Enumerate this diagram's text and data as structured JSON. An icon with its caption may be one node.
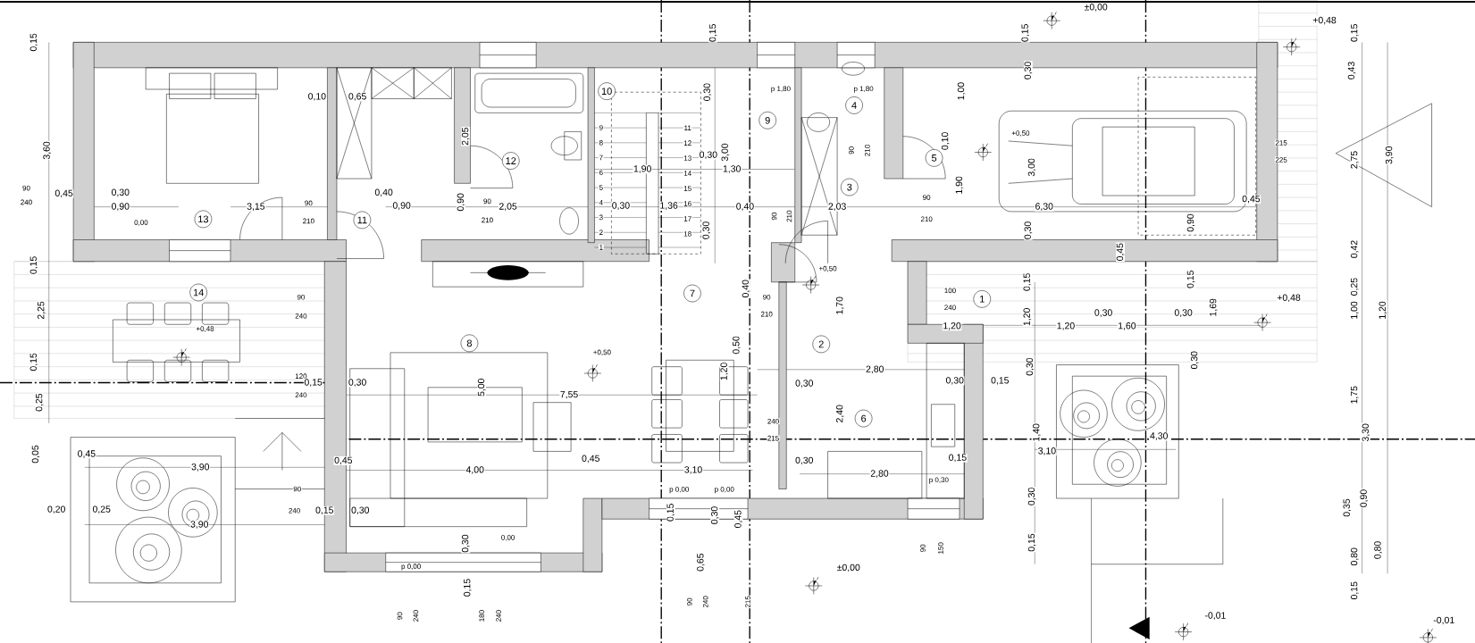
{
  "diagram": {
    "nodes": [
      {
        "text": [
          "13"
        ]
      },
      {
        "text": [
          "11"
        ]
      },
      {
        "text": [
          "12"
        ]
      },
      {
        "text": [
          "10"
        ]
      },
      {
        "text": [
          "9"
        ]
      },
      {
        "text": [
          "4"
        ]
      },
      {
        "text": [
          "3"
        ]
      },
      {
        "text": [
          "5"
        ]
      },
      {
        "text": [
          "14"
        ]
      },
      {
        "text": [
          "8"
        ]
      },
      {
        "text": [
          "7"
        ]
      },
      {
        "text": [
          "2"
        ]
      },
      {
        "text": [
          "1"
        ]
      },
      {
        "text": [
          "6"
        ]
      }
    ],
    "labels": [
      "0,15",
      "3,60",
      "90",
      "240",
      "0,45",
      "0,30",
      "0,90",
      "0,00",
      "3,15",
      "0,10",
      "0,65",
      "2,05",
      "90",
      "210",
      "0,40",
      "0,90",
      "0,90",
      "90",
      "210",
      "2,05",
      "0,15",
      "2,25",
      "0,15",
      "0,25",
      "0,05",
      "90",
      "240",
      "+0,48",
      "120",
      "240",
      "0,15",
      "0,30",
      "0,45",
      "3,90",
      "0,45",
      "90",
      "0,20",
      "0,25",
      "240",
      "0,15",
      "0,30",
      "3,90",
      "5,00",
      "4,00",
      "0,30",
      "p 0,00",
      "0,00",
      "0,15",
      "90",
      "240",
      "180",
      "240",
      "+0,50",
      "7,55",
      "0,45",
      "3,10",
      "1,20",
      "0,50",
      "p 0,00",
      "p 0,00",
      "0,15",
      "0,30",
      "0,45",
      "0,65",
      "90",
      "240",
      "215",
      "0,30",
      "2,80",
      "0,30",
      "0,15",
      "2,40",
      "240",
      "215",
      "0,30",
      "2,80",
      "p 0,30",
      "90",
      "150",
      "±0,00",
      "0,15",
      "0,30",
      "p 1,80",
      "p 1,80",
      "3,00",
      "0,30",
      "1,90",
      "1,30",
      "0,30",
      "1,36",
      "0,40",
      "2,03",
      "0,30",
      "0,40",
      "90",
      "210",
      "+0,50",
      "1,70",
      "90",
      "210",
      "90",
      "210",
      "0,15",
      "±0,00",
      "1,00",
      "0,10",
      "+0,50",
      "1,90",
      "90",
      "210",
      "0,30",
      "3,00",
      "6,30",
      "0,30",
      "0,45",
      "0,90",
      "0,45",
      "215",
      "225",
      "2,75",
      "3,90",
      "+0,48",
      "0,15",
      "0,43",
      "0,42",
      "0,25",
      "1,00",
      "1,20",
      "+0,48",
      "0,15",
      "0,15",
      "1,20",
      "100",
      "240",
      "1,20",
      "1,20",
      "0,30",
      "1,60",
      "0,30",
      "1,69",
      "0,30",
      "0,30",
      "1,40",
      "3,10",
      "4,30",
      "0,30",
      "0,15",
      "1,75",
      "3,30",
      "0,35",
      "0,90",
      "0,80",
      "0,80",
      "0,15",
      "-0,01",
      "-0,01",
      "0,15",
      "1",
      "2",
      "3",
      "4",
      "5",
      "6",
      "7",
      "8",
      "9",
      "11",
      "12",
      "13",
      "14",
      "15",
      "16",
      "17",
      "18"
    ]
  }
}
